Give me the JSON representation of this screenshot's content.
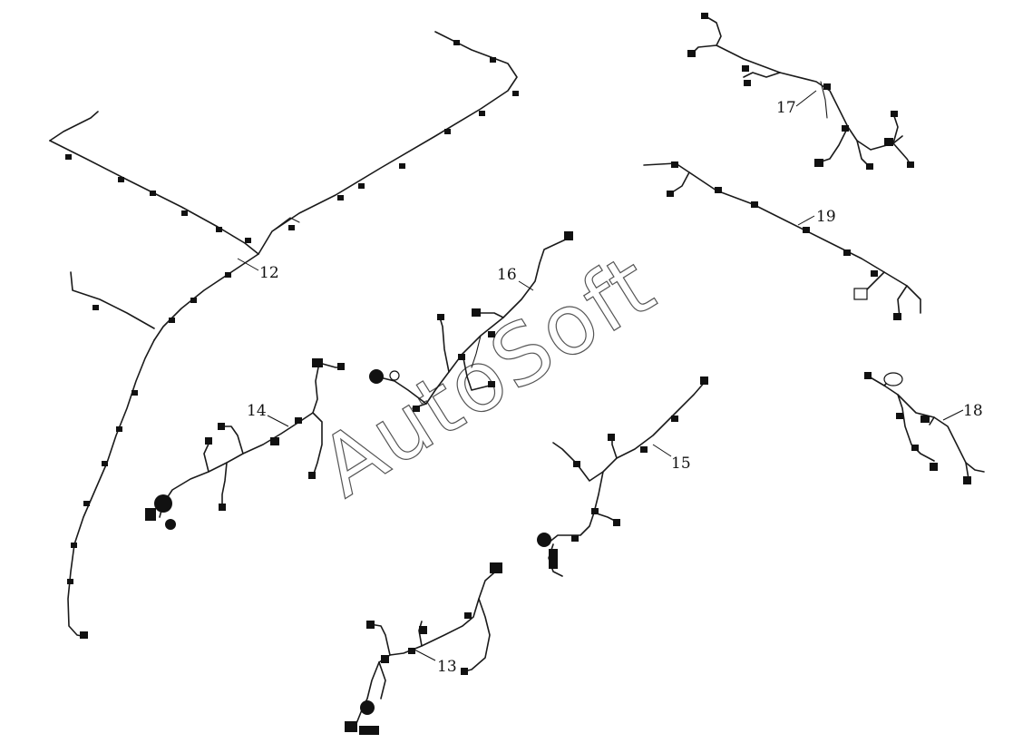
{
  "watermark": "AutoSoft",
  "callouts": {
    "c12": "12",
    "c13": "13",
    "c14": "14",
    "c15": "15",
    "c16": "16",
    "c17": "17",
    "c18": "18",
    "c19": "19"
  }
}
